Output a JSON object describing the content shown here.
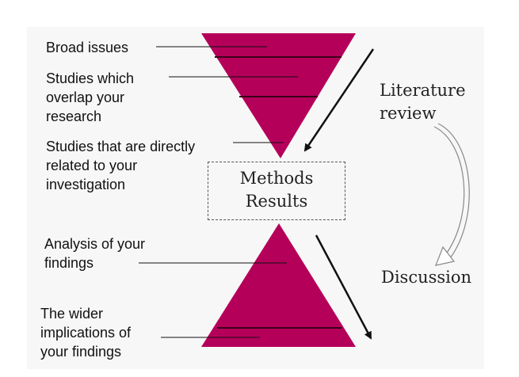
{
  "colors": {
    "funnel": "#b5005a",
    "stripe": "#3a0018",
    "panel": "#f7f7f7",
    "arrow": "#111111"
  },
  "labels": {
    "broad": "Broad issues",
    "overlap": "Studies which\noverlap your\nresearch",
    "direct": "Studies that are directly\nrelated to your\ninvestigation",
    "analysis": "Analysis of your\nfindings",
    "wider": "The wider\nimplications of\nyour findings"
  },
  "center": {
    "line1": "Methods",
    "line2": "Results"
  },
  "right": {
    "literature": "Literature\nreview",
    "discussion": "Discussion"
  }
}
